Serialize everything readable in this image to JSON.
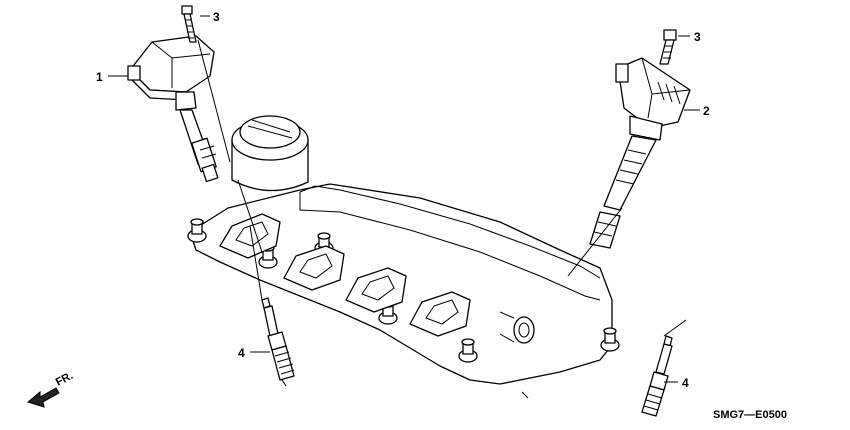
{
  "diagram": {
    "callouts": {
      "c1": "1",
      "c2": "2",
      "c3_left": "3",
      "c3_right": "3",
      "c4_left": "4",
      "c4_right": "4"
    },
    "front_marker": "FR.",
    "diagram_code": "SMG7—E0500"
  }
}
